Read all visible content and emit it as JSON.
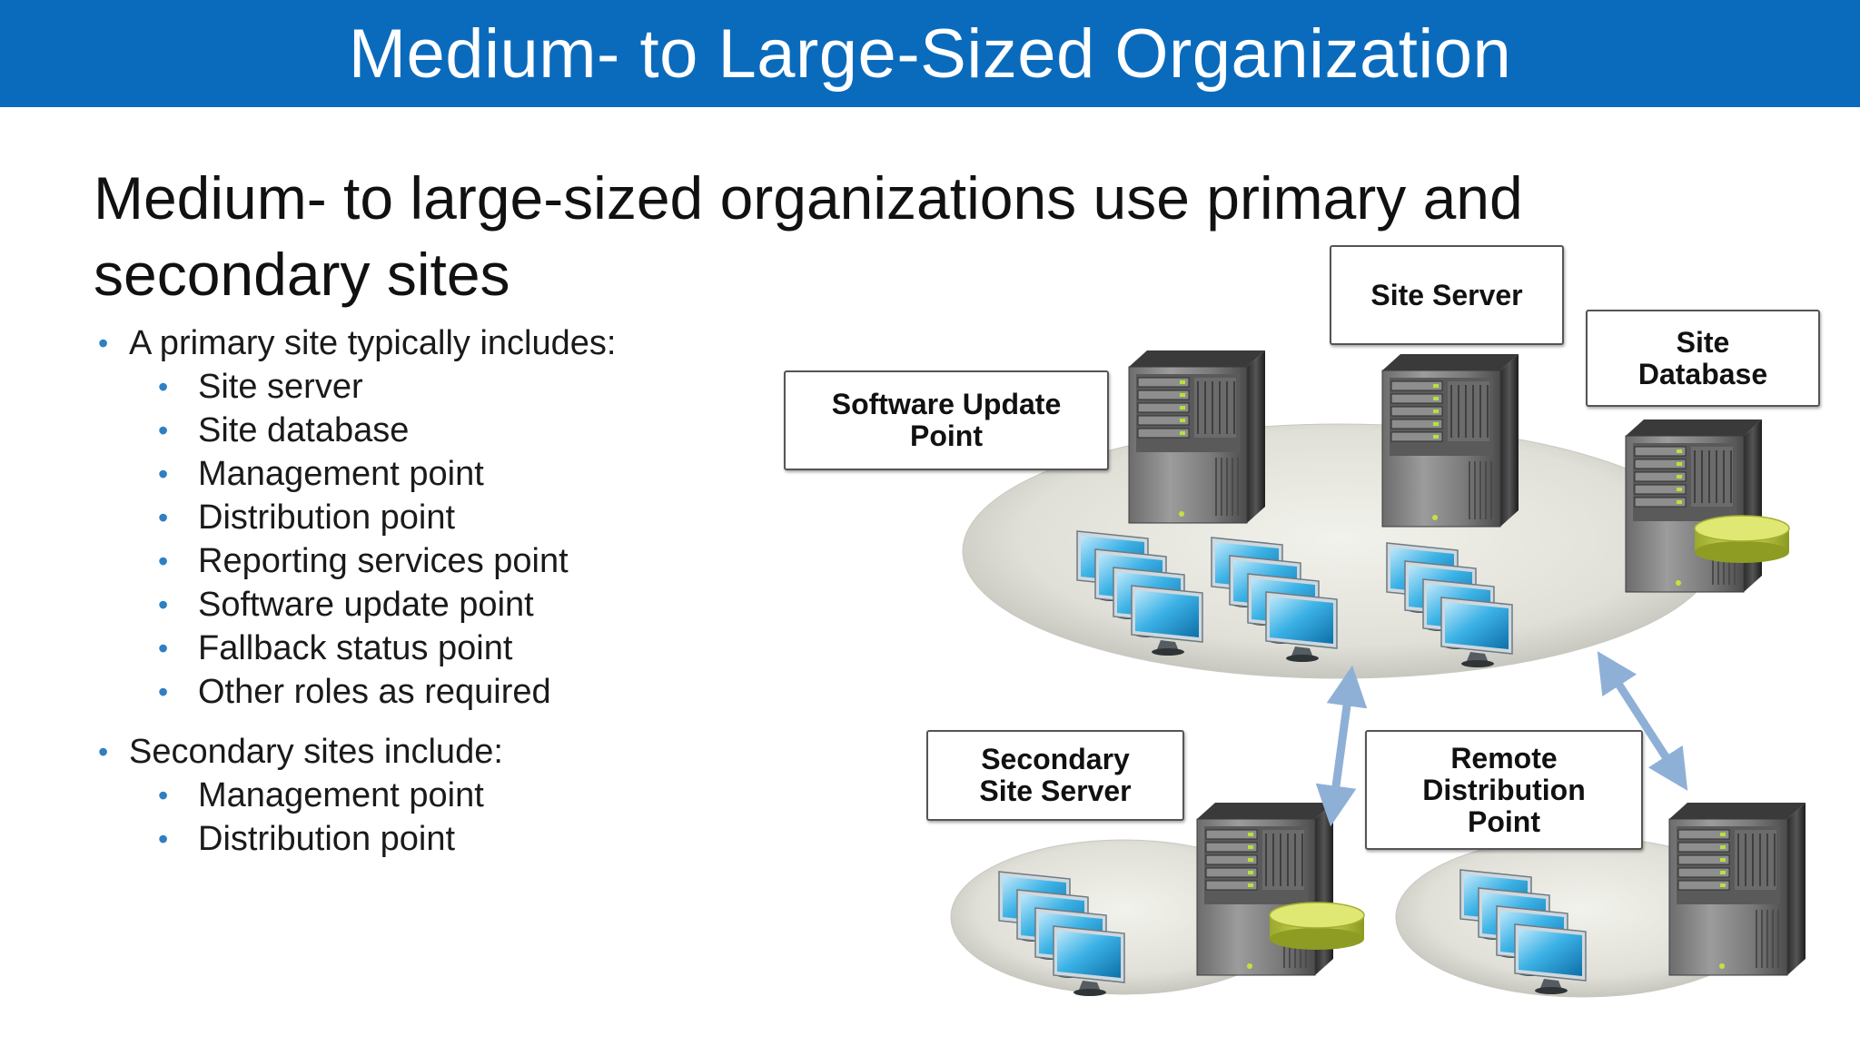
{
  "title": "Medium- to Large-Sized Organization",
  "heading": "Medium- to large-sized organizations use primary and secondary sites",
  "primary": {
    "intro": "A primary site typically includes:",
    "items": [
      "Site server",
      "Site database",
      "Management point",
      "Distribution point",
      "Reporting services point",
      "Software update point",
      "Fallback status point",
      "Other roles as required"
    ]
  },
  "secondary": {
    "intro": "Secondary sites include:",
    "items": [
      "Management point",
      "Distribution point"
    ]
  },
  "diagram": {
    "labels": {
      "site_server": "Site Server",
      "site_database": "Site Database",
      "software_update_point": "Software Update Point",
      "secondary_site_server": "Secondary Site Server",
      "remote_distribution_point": "Remote Distribution Point"
    }
  },
  "colors": {
    "title_bar": "#0a6bbd",
    "bullet": "#2f7fc1",
    "arrow": "#8fb0d6",
    "site_disc": "#dfdfd7",
    "monitor_screen": "#2ea6e0",
    "database_disc": "#c8d44a"
  }
}
